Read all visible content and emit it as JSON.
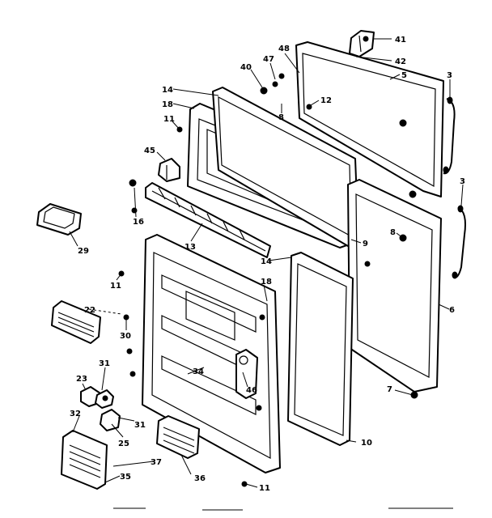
{
  "callouts": [
    {
      "id": "c41",
      "text": "41"
    },
    {
      "id": "c42",
      "text": "42"
    },
    {
      "id": "c48",
      "text": "48"
    },
    {
      "id": "c47",
      "text": "47"
    },
    {
      "id": "c40",
      "text": "40"
    },
    {
      "id": "c5",
      "text": "5"
    },
    {
      "id": "c3a",
      "text": "3"
    },
    {
      "id": "c14a",
      "text": "14"
    },
    {
      "id": "c18a",
      "text": "18"
    },
    {
      "id": "c11a",
      "text": "11"
    },
    {
      "id": "c12",
      "text": "12"
    },
    {
      "id": "c8a",
      "text": "8"
    },
    {
      "id": "c45",
      "text": "45"
    },
    {
      "id": "c16",
      "text": "16"
    },
    {
      "id": "c13",
      "text": "13"
    },
    {
      "id": "c29",
      "text": "29"
    },
    {
      "id": "c3b",
      "text": "3"
    },
    {
      "id": "c8b",
      "text": "8"
    },
    {
      "id": "c9",
      "text": "9"
    },
    {
      "id": "c6",
      "text": "6"
    },
    {
      "id": "c14b",
      "text": "14"
    },
    {
      "id": "c11b",
      "text": "11"
    },
    {
      "id": "c18b",
      "text": "18"
    },
    {
      "id": "c22",
      "text": "22"
    },
    {
      "id": "c30",
      "text": "30"
    },
    {
      "id": "c31a",
      "text": "31"
    },
    {
      "id": "c34",
      "text": "34"
    },
    {
      "id": "c46",
      "text": "46"
    },
    {
      "id": "c7",
      "text": "7"
    },
    {
      "id": "c23",
      "text": "23"
    },
    {
      "id": "c31b",
      "text": "31"
    },
    {
      "id": "c32",
      "text": "32"
    },
    {
      "id": "c25",
      "text": "25"
    },
    {
      "id": "c10",
      "text": "10"
    },
    {
      "id": "c37",
      "text": "37"
    },
    {
      "id": "c35",
      "text": "35"
    },
    {
      "id": "c36",
      "text": "36"
    },
    {
      "id": "c11c",
      "text": "11"
    }
  ]
}
